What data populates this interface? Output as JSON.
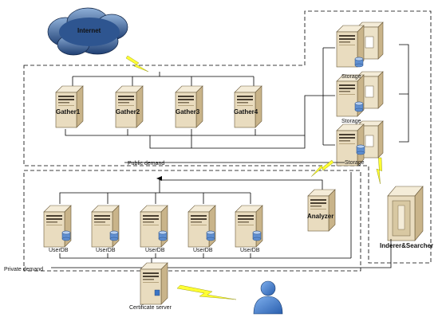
{
  "internet": {
    "label": "Internet"
  },
  "gathers": [
    {
      "label": "Gather1"
    },
    {
      "label": "Gather2"
    },
    {
      "label": "Gather3"
    },
    {
      "label": "Gather4"
    }
  ],
  "storages": [
    {
      "label": "Storage"
    },
    {
      "label": "Storage"
    },
    {
      "label": "Storage"
    }
  ],
  "analyzer": {
    "label": "Analyzer"
  },
  "indexer": {
    "label": "Inderer&Searcher"
  },
  "userdbs": [
    {
      "label": "UserDB"
    },
    {
      "label": "UserDB"
    },
    {
      "label": "UserDB"
    },
    {
      "label": "UserDB"
    },
    {
      "label": "UserDB"
    }
  ],
  "public_demand": {
    "label": "Public demand"
  },
  "private_demand": {
    "label": "Private demand"
  },
  "certificate_server": {
    "label": "Certificate server"
  },
  "colors": {
    "cloud": "#1f3f73",
    "server_body": "#e9dcbf",
    "server_front": "#d4c29a",
    "lightning": "#ffff33",
    "user": "#3a74c4"
  }
}
